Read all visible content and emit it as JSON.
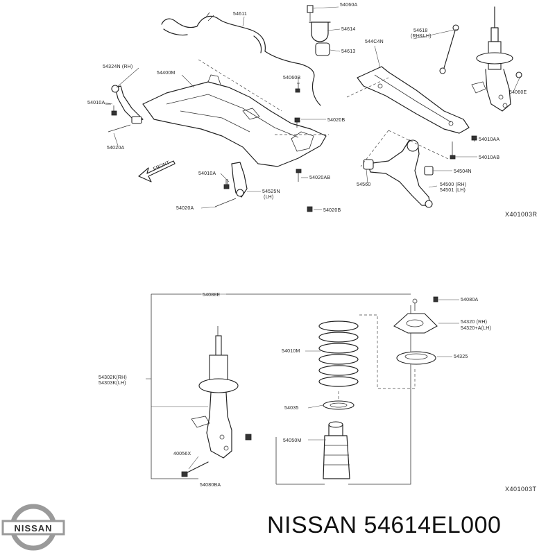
{
  "top_panel": {
    "code": "X401003R",
    "labels": {
      "p54611": "54611",
      "p54060A": "54060A",
      "p54614": "54614",
      "p54613": "54613",
      "p54618": "54618",
      "p54618_side": "(RH&LH)",
      "p544C4N": "544C4N",
      "p54324N": "54324N (RH)",
      "p54400M": "54400M",
      "p54060B": "54060B",
      "p54060E": "54060E",
      "p54010A_l": "54010A",
      "p54020A_l": "54020A",
      "p54020B_m": "54020B",
      "p54010AA": "54010AA",
      "p54010AB": "54010AB",
      "p54504N": "54504N",
      "p54010A_b": "54010A",
      "p54020AB": "54020AB",
      "p54525N": "54525N",
      "p54525N_side": "(LH)",
      "p54560": "54560",
      "p54500": "54500 (RH)",
      "p54501": "54501 (LH)",
      "p54020A_b": "54020A",
      "p54020B_b": "54020B",
      "front": "FRONT"
    }
  },
  "bottom_panel": {
    "code": "X401003T",
    "labels": {
      "p54088E": "54088E",
      "p54080A": "54080A",
      "p54320": "54320 (RH)",
      "p54320A": "54320+A(LH)",
      "p54325": "54325",
      "p54010M": "54010M",
      "p54302K": "54302K(RH)",
      "p54303K": "54303K(LH)",
      "p54035": "54035",
      "p54050M": "54050M",
      "p40056X": "40056X",
      "p54080BA": "54080BA"
    }
  },
  "footer": {
    "brand_logo_text": "NISSAN",
    "title": "NISSAN 54614EL000"
  },
  "colors": {
    "line": "#222222",
    "background": "#ffffff",
    "logo_grey": "#9a9a9a"
  }
}
